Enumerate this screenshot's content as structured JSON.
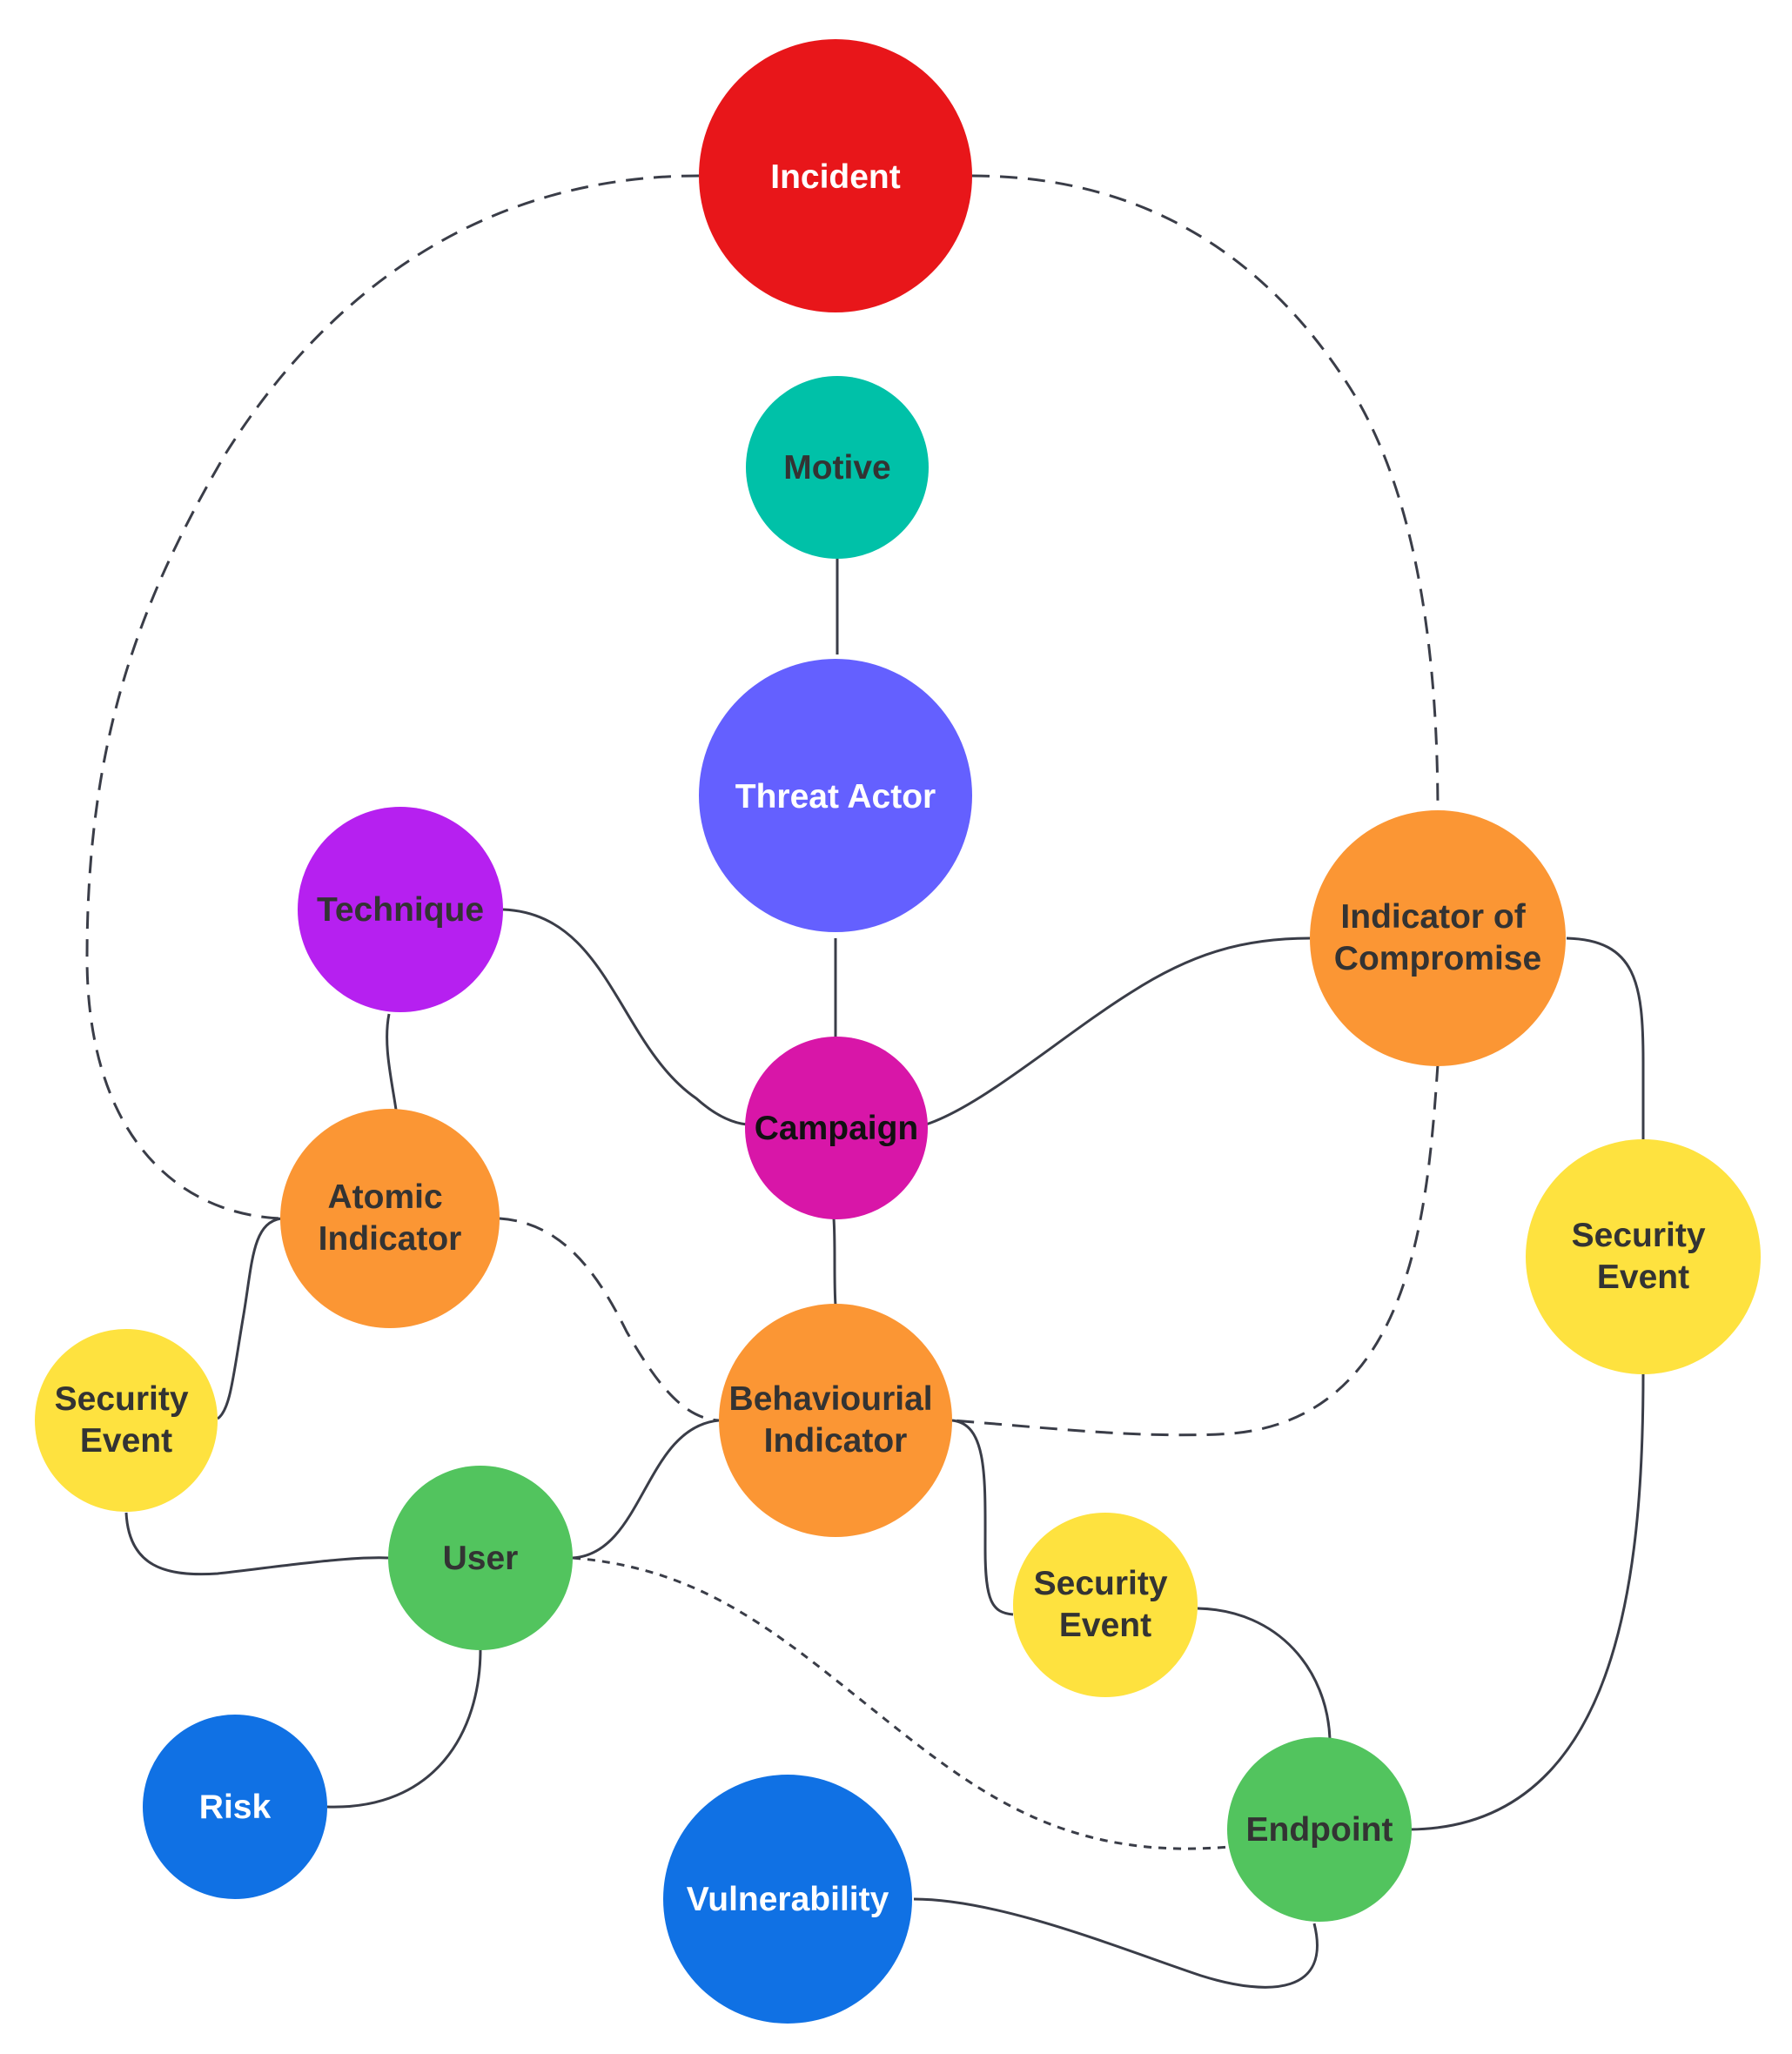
{
  "colors": {
    "red": "#E8161A",
    "teal": "#00C1A8",
    "indigo": "#6460FF",
    "purple": "#B620F0",
    "magenta": "#D816A8",
    "orange": "#FB9634",
    "yellow": "#FEE23F",
    "green": "#52C45E",
    "blue": "#1071E4",
    "text_light": "#ffffff",
    "text_dark": "#333333",
    "text_black": "#111111",
    "edge": "#3a3d48"
  },
  "nodes": {
    "incident": {
      "lines": [
        "Incident"
      ]
    },
    "motive": {
      "lines": [
        "Motive"
      ]
    },
    "threat_actor": {
      "lines": [
        "Threat Actor"
      ]
    },
    "technique": {
      "lines": [
        "Technique"
      ]
    },
    "campaign": {
      "lines": [
        "Campaign"
      ]
    },
    "ioc": {
      "lines": [
        "Indicator of",
        "Compromise"
      ]
    },
    "atomic": {
      "lines": [
        "Atomic",
        "Indicator"
      ]
    },
    "behavioural": {
      "lines": [
        "Behaviourial",
        "Indicator"
      ]
    },
    "sec_event_left": {
      "lines": [
        "Security",
        "Event"
      ]
    },
    "sec_event_right": {
      "lines": [
        "Security",
        "Event"
      ]
    },
    "sec_event_mid": {
      "lines": [
        "Security",
        "Event"
      ]
    },
    "user": {
      "lines": [
        "User"
      ]
    },
    "risk": {
      "lines": [
        "Risk"
      ]
    },
    "vulnerability": {
      "lines": [
        "Vulnerability"
      ]
    },
    "endpoint": {
      "lines": [
        "Endpoint"
      ]
    }
  }
}
